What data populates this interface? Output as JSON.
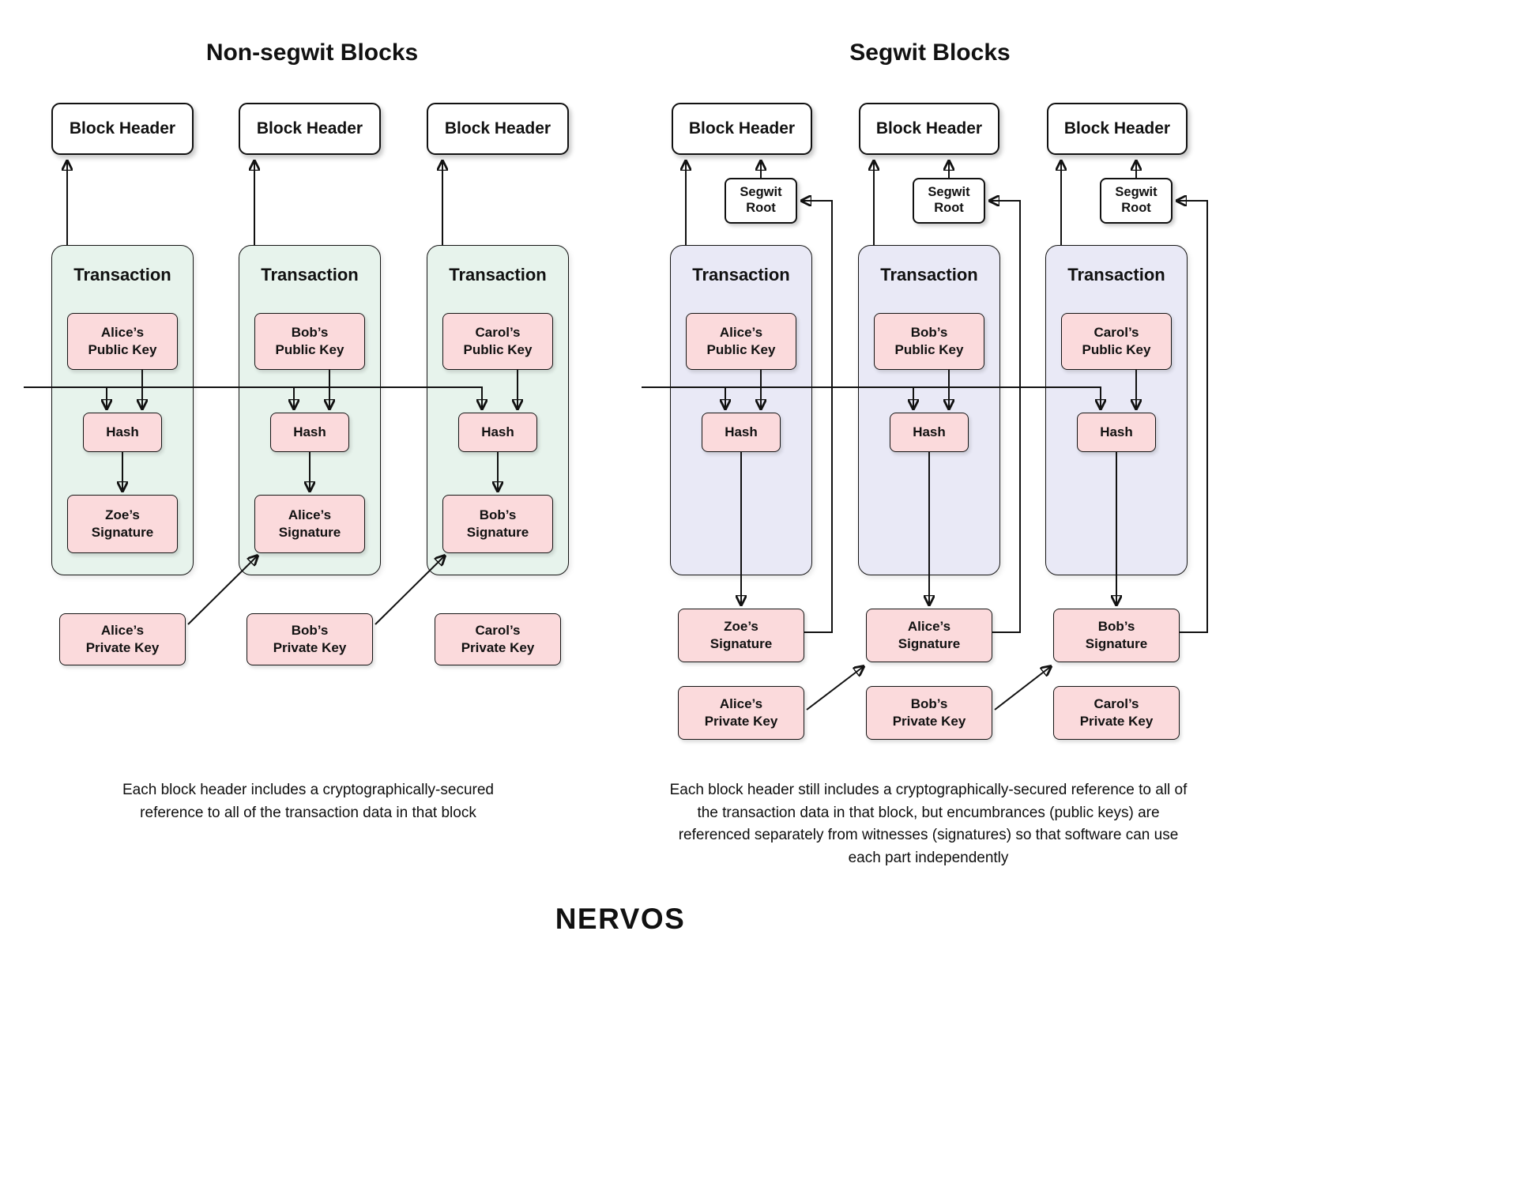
{
  "left": {
    "title": "Non-segwit Blocks",
    "caption": "Each block header includes a cryptographically-secured reference to all of the transaction data in that block",
    "columns": [
      {
        "block_header": "Block Header",
        "transaction": "Transaction",
        "public_key": "Alice’s\nPublic Key",
        "hash": "Hash",
        "signature": "Zoe’s\nSignature",
        "private_key": "Alice’s\nPrivate Key"
      },
      {
        "block_header": "Block Header",
        "transaction": "Transaction",
        "public_key": "Bob’s\nPublic Key",
        "hash": "Hash",
        "signature": "Alice’s\nSignature",
        "private_key": "Bob’s\nPrivate Key"
      },
      {
        "block_header": "Block Header",
        "transaction": "Transaction",
        "public_key": "Carol’s\nPublic Key",
        "hash": "Hash",
        "signature": "Bob’s\nSignature",
        "private_key": "Carol’s\nPrivate Key"
      }
    ]
  },
  "right": {
    "title": "Segwit Blocks",
    "caption": "Each block header still includes a cryptographically-secured reference to all of the transaction data in that block, but encumbrances (public keys) are referenced separately from witnesses (signatures) so that software can use each part independently",
    "columns": [
      {
        "block_header": "Block Header",
        "segwit_root": "Segwit\nRoot",
        "transaction": "Transaction",
        "public_key": "Alice’s\nPublic Key",
        "hash": "Hash",
        "signature": "Zoe’s\nSignature",
        "private_key": "Alice’s\nPrivate Key"
      },
      {
        "block_header": "Block Header",
        "segwit_root": "Segwit\nRoot",
        "transaction": "Transaction",
        "public_key": "Bob’s\nPublic Key",
        "hash": "Hash",
        "signature": "Alice’s\nSignature",
        "private_key": "Bob’s\nPrivate Key"
      },
      {
        "block_header": "Block Header",
        "segwit_root": "Segwit\nRoot",
        "transaction": "Transaction",
        "public_key": "Carol’s\nPublic Key",
        "hash": "Hash",
        "signature": "Bob’s\nSignature",
        "private_key": "Carol’s\nPrivate Key"
      }
    ]
  },
  "footer": {
    "logo": "NERVOS"
  },
  "colors": {
    "non_segwit_transaction_fill": "#E7F3EC",
    "segwit_transaction_fill": "#E9E9F6",
    "key_box_fill": "#FBDADC",
    "line_color": "#111111",
    "background": "#FFFFFF"
  }
}
